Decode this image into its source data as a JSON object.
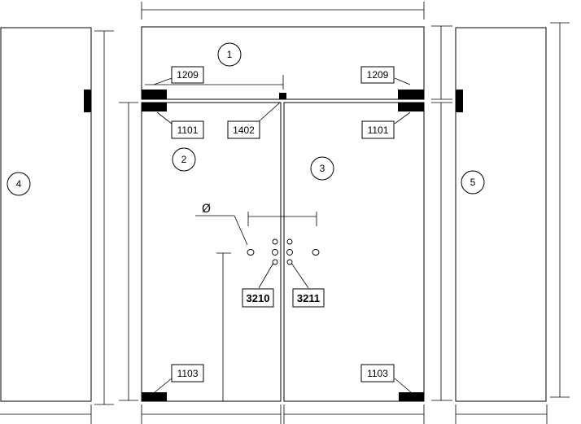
{
  "bubbles": {
    "b1": "1",
    "b2": "2",
    "b3": "3",
    "b4": "4",
    "b5": "5"
  },
  "labels": {
    "top_left_1209": "1209",
    "top_right_1209": "1209",
    "left_1101": "1101",
    "right_1101": "1101",
    "center_1402": "1402",
    "bottom_left_1103": "1103",
    "bottom_right_1103": "1103",
    "handle_left_3210": "3210",
    "handle_right_3211": "3211"
  },
  "diameter_symbol": "Ø"
}
